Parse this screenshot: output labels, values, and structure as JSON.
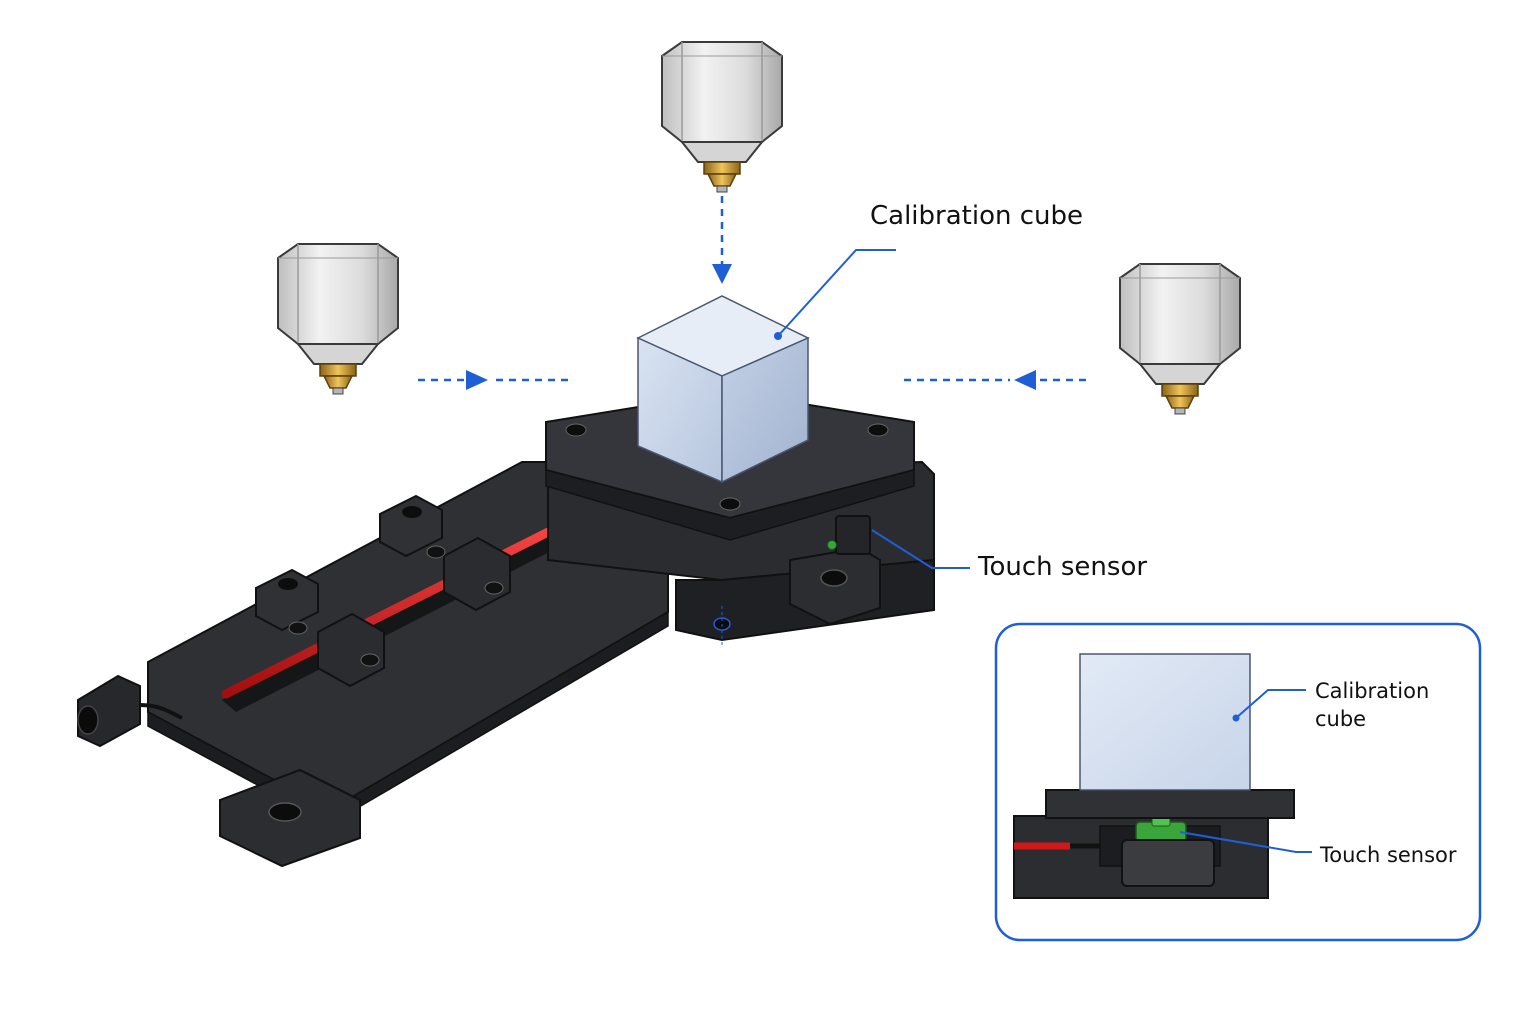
{
  "labels": {
    "calibration_cube": "Calibration cube",
    "touch_sensor": "Touch sensor"
  },
  "inset": {
    "calibration_cube_line1": "Calibration",
    "calibration_cube_line2": "cube",
    "touch_sensor": "Touch sensor"
  },
  "colors": {
    "accent_blue": "#1f5fd6",
    "plate_dark": "#2b2d31",
    "cable_red": "#d01818",
    "cube_face": "#c9d6ea",
    "nozzle_brass": "#c8962e",
    "sensor_green": "#3aa53a"
  }
}
